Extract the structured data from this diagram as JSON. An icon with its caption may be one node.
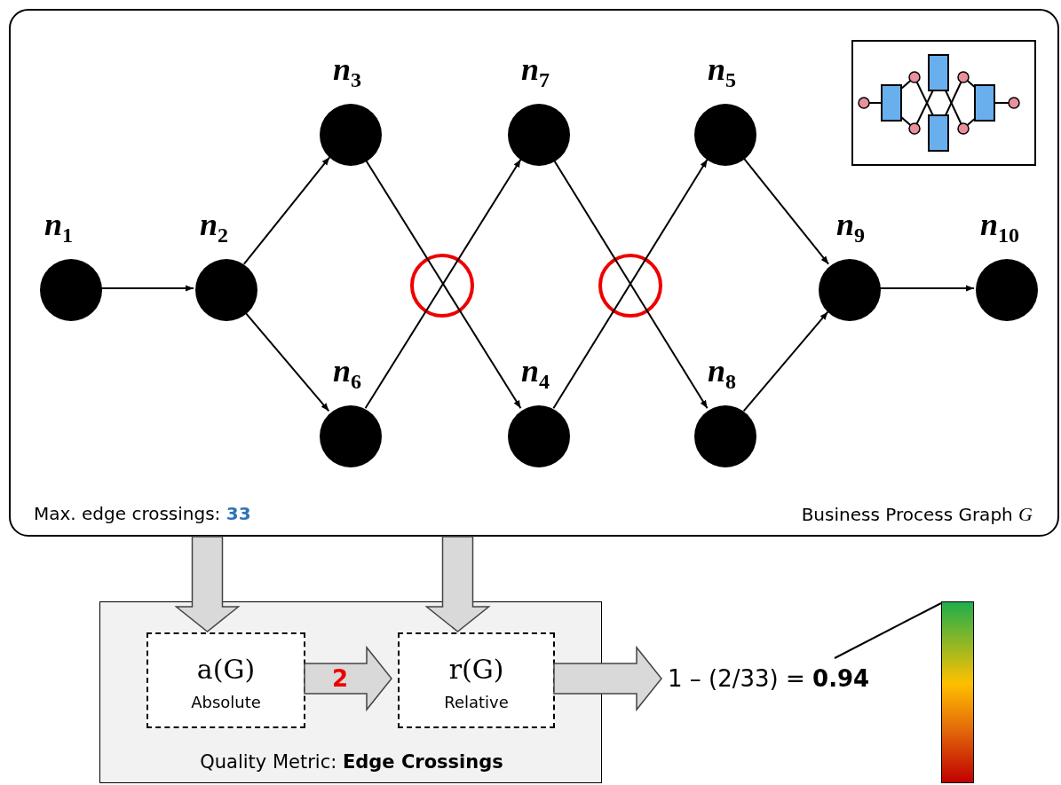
{
  "diagram": {
    "nodes": [
      {
        "text": [
          "Max. edge crossings: **33**",
          "Business Process Graph *G*"
        ]
      },
      {
        "text": [],
        "shape": "circle",
        "in": 0,
        "beside": [
          "*n*$_{1}$"
        ]
      },
      {
        "text": [],
        "shape": "circle",
        "in": 0,
        "beside": [
          "*n*$_{2}$"
        ]
      },
      {
        "text": [],
        "shape": "circle",
        "in": 0,
        "beside": [
          "*n*$_{3}$"
        ]
      },
      {
        "text": [],
        "shape": "circle",
        "in": 0,
        "beside": [
          "*n*$_{6}$"
        ]
      },
      {
        "text": [],
        "shape": "circle",
        "in": 0,
        "beside": [
          "*n*$_{7}$"
        ]
      },
      {
        "text": [],
        "shape": "circle",
        "in": 0,
        "beside": [
          "*n*$_{4}$"
        ]
      },
      {
        "text": [],
        "shape": "circle",
        "in": 0,
        "beside": [
          "*n*$_{5}$"
        ]
      },
      {
        "text": [],
        "shape": "circle",
        "in": 0,
        "beside": [
          "*n*$_{8}$"
        ]
      },
      {
        "text": [],
        "shape": "circle",
        "in": 0,
        "beside": [
          "*n*$_{9}$"
        ]
      },
      {
        "text": [],
        "shape": "circle",
        "in": 0,
        "beside": [
          "*n*$_{10}$"
        ]
      },
      {
        "text": [
          "Quality Metric: **Edge Crossings**"
        ]
      },
      {
        "text": [
          "a(G)",
          "Absolute"
        ],
        "in": 11
      },
      {
        "text": [
          "r(G)",
          "Relative"
        ],
        "in": 11
      },
      {
        "text": [
          "1 – (2/33) = **0.94**"
        ]
      },
      {
        "text": [],
        "shape": "bar"
      }
    ],
    "edges": [
      {
        "from": 1,
        "to": 2,
        "arrow": "to"
      },
      {
        "from": 2,
        "to": 3,
        "arrow": "to"
      },
      {
        "from": 2,
        "to": 4,
        "arrow": "to"
      },
      {
        "from": 3,
        "to": 6,
        "arrow": "to"
      },
      {
        "from": 4,
        "to": 5,
        "arrow": "to"
      },
      {
        "from": 5,
        "to": 8,
        "arrow": "to"
      },
      {
        "from": 6,
        "to": 7,
        "arrow": "to"
      },
      {
        "from": 7,
        "to": 9,
        "arrow": "to"
      },
      {
        "from": 8,
        "to": 9,
        "arrow": "to"
      },
      {
        "from": 9,
        "to": 10,
        "arrow": "to"
      },
      {
        "from": 0,
        "to": 12,
        "arrow": "to",
        "style": "thick",
        "color": "#d9d9d9"
      },
      {
        "from": 0,
        "to": 13,
        "arrow": "to",
        "style": "thick",
        "color": "#d9d9d9"
      },
      {
        "from": 12,
        "to": 13,
        "arrow": "to",
        "label": "2",
        "style": "thick",
        "color": "#d9d9d9"
      },
      {
        "from": 13,
        "to": 14,
        "arrow": "to",
        "style": "thick",
        "color": "#d9d9d9"
      },
      {
        "from": 14,
        "to": 15,
        "arrow": "none"
      }
    ]
  }
}
